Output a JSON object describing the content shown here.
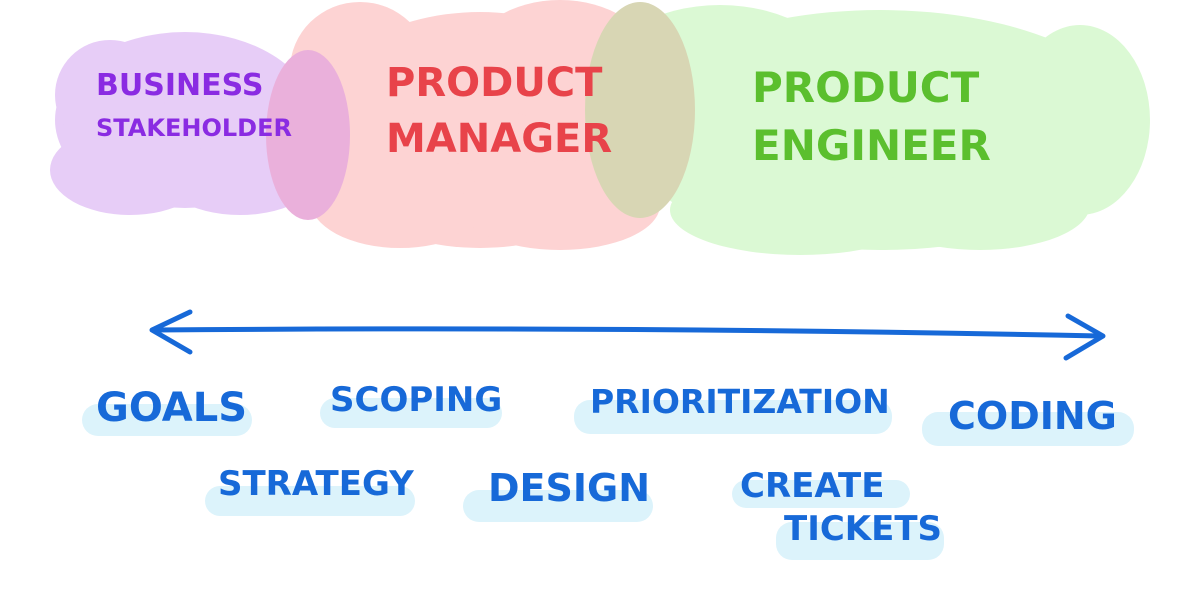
{
  "roles": [
    {
      "id": "business",
      "lines": [
        "Business",
        "Stakeholder"
      ],
      "color": "#8a2be2",
      "fill": "#e7cdf7"
    },
    {
      "id": "manager",
      "lines": [
        "Product",
        "Manager"
      ],
      "color": "#e8434a",
      "fill": "#fdd3d3"
    },
    {
      "id": "engineer",
      "lines": [
        "Product",
        "Engineer"
      ],
      "color": "#5bbf2e",
      "fill": "#dbf9d4"
    }
  ],
  "overlap_fills": {
    "business_manager": "#eab0db",
    "manager_engineer": "#d8d6b4"
  },
  "arrow": {
    "color": "#1769d8",
    "direction": "both"
  },
  "tasks": [
    {
      "label": [
        "Goals"
      ]
    },
    {
      "label": [
        "Scoping"
      ]
    },
    {
      "label": [
        "Prioritization"
      ]
    },
    {
      "label": [
        "Coding"
      ]
    },
    {
      "label": [
        "Strategy"
      ]
    },
    {
      "label": [
        "Design"
      ]
    },
    {
      "label": [
        "Create",
        "Tickets"
      ]
    }
  ],
  "colors": {
    "task_text": "#1769d8",
    "task_highlight": "#dcf3fb"
  }
}
